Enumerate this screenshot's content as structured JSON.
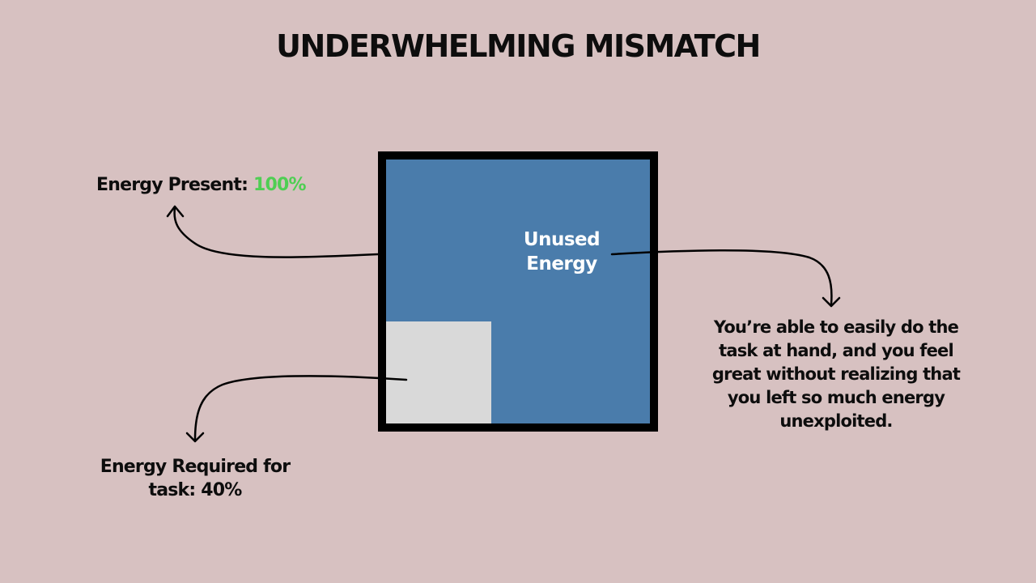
{
  "title": "UNDERWHELMING MISMATCH",
  "energy_present": {
    "label": "Energy Present: ",
    "value": "100%",
    "value_color": "#4fce53"
  },
  "energy_required": {
    "label": "Energy Required for task: 40%",
    "fraction_of_width": 0.4
  },
  "unused_energy": {
    "label": "Unused Energy"
  },
  "explanation": "You’re able to easily do the task at hand, and you feel great without realizing that you left so much energy unexploited.",
  "colors": {
    "background": "#d7c1c1",
    "box_fill": "#4a7cab",
    "box_border": "#000000",
    "required_fill": "#d9d9d9"
  }
}
